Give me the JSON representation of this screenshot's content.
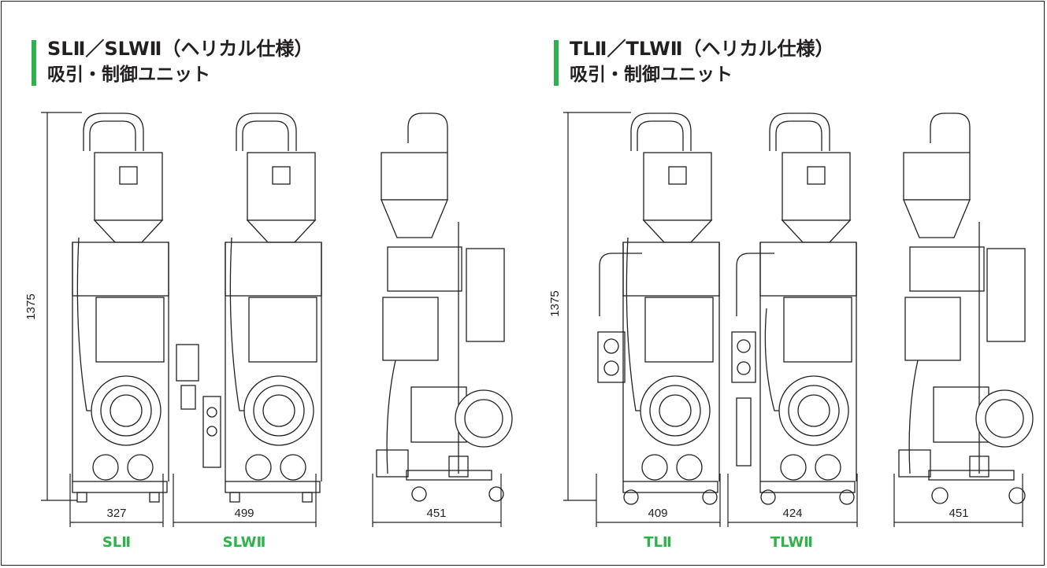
{
  "panels": [
    {
      "title_line1": "SLⅡ／SLWⅡ（ヘリカル仕様）",
      "title_line2": "吸引・制御ユニット",
      "height_dimension": "1375",
      "widths": [
        "327",
        "499",
        "451"
      ],
      "models": [
        "SLⅡ",
        "SLWⅡ"
      ]
    },
    {
      "title_line1": "TLⅡ／TLWⅡ（ヘリカル仕様）",
      "title_line2": "吸引・制御ユニット",
      "height_dimension": "1375",
      "widths": [
        "409",
        "424",
        "451"
      ],
      "models": [
        "TLⅡ",
        "TLWⅡ"
      ]
    }
  ],
  "colors": {
    "accent_green": "#2eb34a",
    "line": "#231f20"
  }
}
